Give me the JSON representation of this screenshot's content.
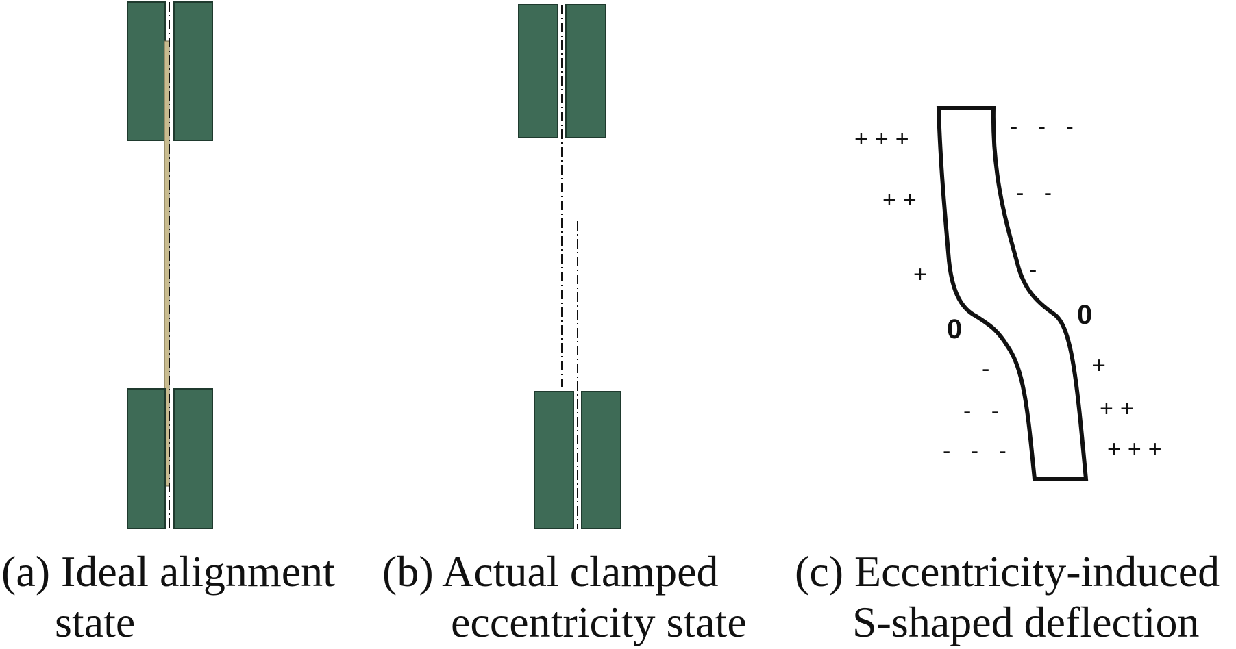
{
  "panels": [
    {
      "id": "a",
      "caption_line1": "(a) Ideal alignment",
      "caption_line2": "state"
    },
    {
      "id": "b",
      "caption_line1": "(b) Actual clamped",
      "caption_line2": "eccentricity state"
    },
    {
      "id": "c",
      "caption_line1": "(c) Eccentricity-induced",
      "caption_line2": "S-shaped deflection"
    }
  ],
  "deflection_signs": {
    "left_upper": [
      "+++",
      "++",
      "+"
    ],
    "right_upper": [
      "- - -",
      "- -",
      "-"
    ],
    "zero_left": "0",
    "zero_right": "0",
    "left_lower": [
      "-",
      "- -",
      "- - -"
    ],
    "right_lower": [
      "+",
      "++",
      "+++"
    ]
  },
  "colors": {
    "clamp_fill": "#3e6b56",
    "clamp_stroke": "#1f3a2e",
    "specimen": "#c9bc8f",
    "line": "#111111"
  }
}
